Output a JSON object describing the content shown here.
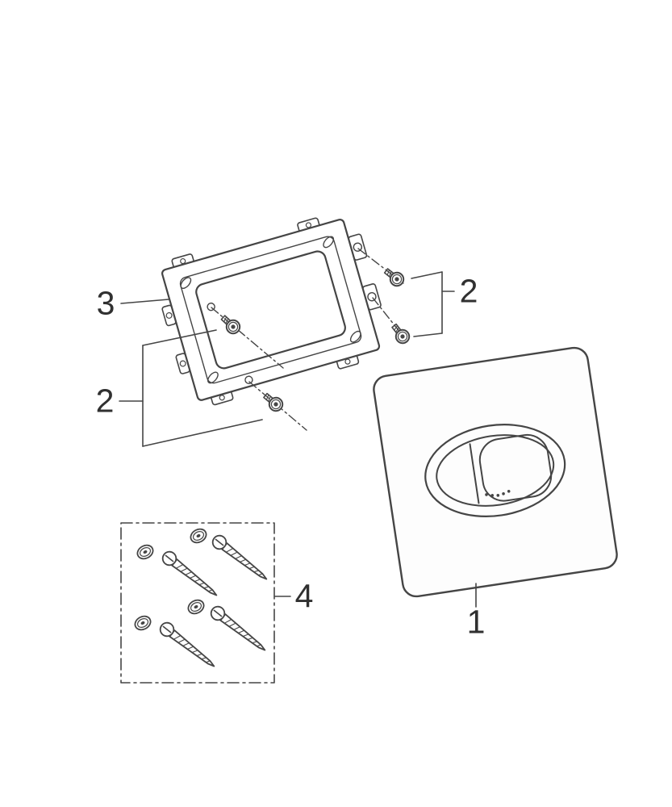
{
  "page": {
    "background": "#ffffff"
  },
  "diagram": {
    "kind": "exploded-parts-diagram",
    "line_color": "#454545",
    "label_color": "#303030",
    "callouts": {
      "plate": {
        "label": "1"
      },
      "screws_right": {
        "label": "2"
      },
      "screws_left": {
        "label": "2"
      },
      "frame": {
        "label": "3"
      },
      "screw_set": {
        "label": "4"
      }
    }
  }
}
